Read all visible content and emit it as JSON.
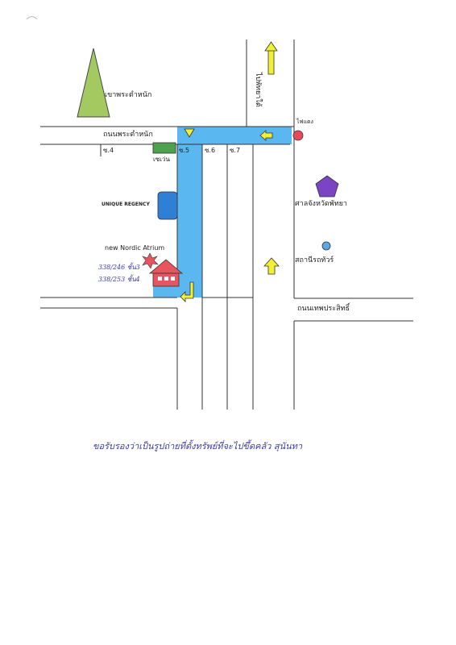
{
  "roads": {
    "north_road": "ถนนพระตำหนัก",
    "south_road": "ถนนเทพประสิทธิ์",
    "vertical_road": "ไปพัทยาใต้",
    "soi_4": "ซ.4",
    "soi_5": "ซ.5",
    "soi_6": "ซ.6",
    "soi_7": "ซ.7"
  },
  "landmarks": {
    "hill": "เขาพระตำหนัก",
    "traffic_light": "ไฟแดง",
    "seven_eleven": "เซเว่น",
    "unique_regency": "UNIQUE REGENCY",
    "new_nordic": "new Nordic Atrium",
    "city_shrine": "ศาลจังหวัดพัทยา",
    "station": "สถานีรถทัวร์"
  },
  "address": {
    "line1": "338/246 ชั้น3",
    "line2": "338/253 ชั้น4"
  },
  "note": "ขอรับรองว่าเป็นรูปถ่ายที่ตั้งทรัพย์ที่จะไปขึ้ดคลัว สุนันทา",
  "colors": {
    "route": "#5bb7f0",
    "hill": "#a4c960",
    "house": "#e8555f",
    "shrine": "#7a44c2",
    "traffic_light": "#e8485a",
    "station": "#5ba7e8",
    "seven_eleven": "#4ea24e",
    "unique_regency": "#2f7fd6",
    "arrow": "#f2f034",
    "note_ink": "#3a3aa8"
  }
}
